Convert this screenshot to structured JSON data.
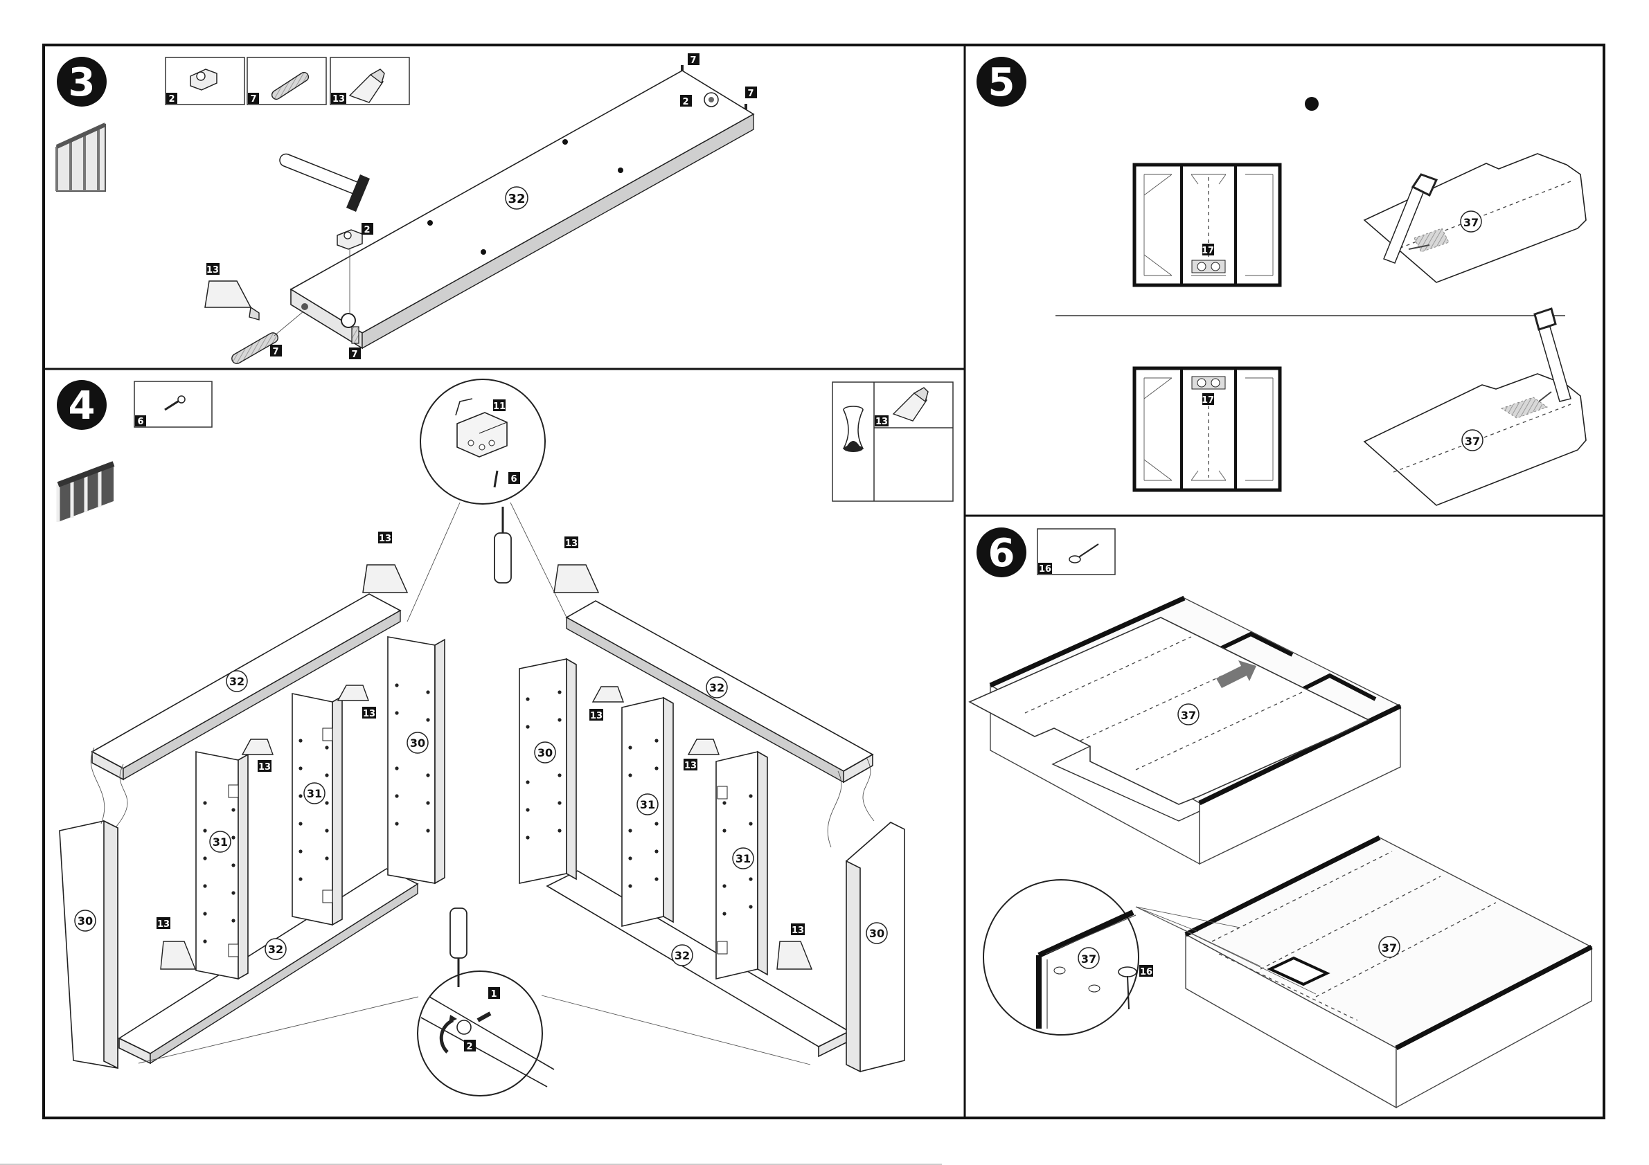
{
  "document": {
    "steps": [
      {
        "id": "step-3",
        "number": "3"
      },
      {
        "id": "step-4",
        "number": "4"
      },
      {
        "id": "step-5",
        "number": "5"
      },
      {
        "id": "step-6",
        "number": "6"
      }
    ],
    "step3": {
      "hardware": [
        "2",
        "7",
        "13"
      ],
      "callouts": {
        "tag2_a": "2",
        "tag2_b": "2",
        "tag7_a": "7",
        "tag7_b": "7",
        "tag7_c": "7",
        "tag7_d": "7",
        "tag13": "13",
        "panel": "32"
      }
    },
    "step4": {
      "hardware": [
        "6"
      ],
      "timer_tag": "13",
      "callouts": {
        "tag11": "11",
        "tag6": "6",
        "tag1": "1",
        "tag2": "2",
        "tag13_a": "13",
        "tag13_b": "13",
        "tag13_c": "13",
        "tag13_d": "13",
        "tag13_e": "13",
        "tag13_f": "13",
        "tag13_g": "13",
        "tag13_h": "13",
        "p32_a": "32",
        "p32_b": "32",
        "p32_c": "32",
        "p32_d": "32",
        "p31_a": "31",
        "p31_b": "31",
        "p31_c": "31",
        "p31_d": "31",
        "p30_a": "30",
        "p30_b": "30",
        "p30_c": "30",
        "p30_d": "30"
      }
    },
    "step5": {
      "callouts": {
        "tag17_a": "17",
        "tag17_b": "17",
        "p37_a": "37",
        "p37_b": "37"
      }
    },
    "step6": {
      "hardware": [
        "16"
      ],
      "callouts": {
        "p37_a": "37",
        "p37_b": "37",
        "p37_c": "37",
        "tag16": "16"
      }
    }
  }
}
